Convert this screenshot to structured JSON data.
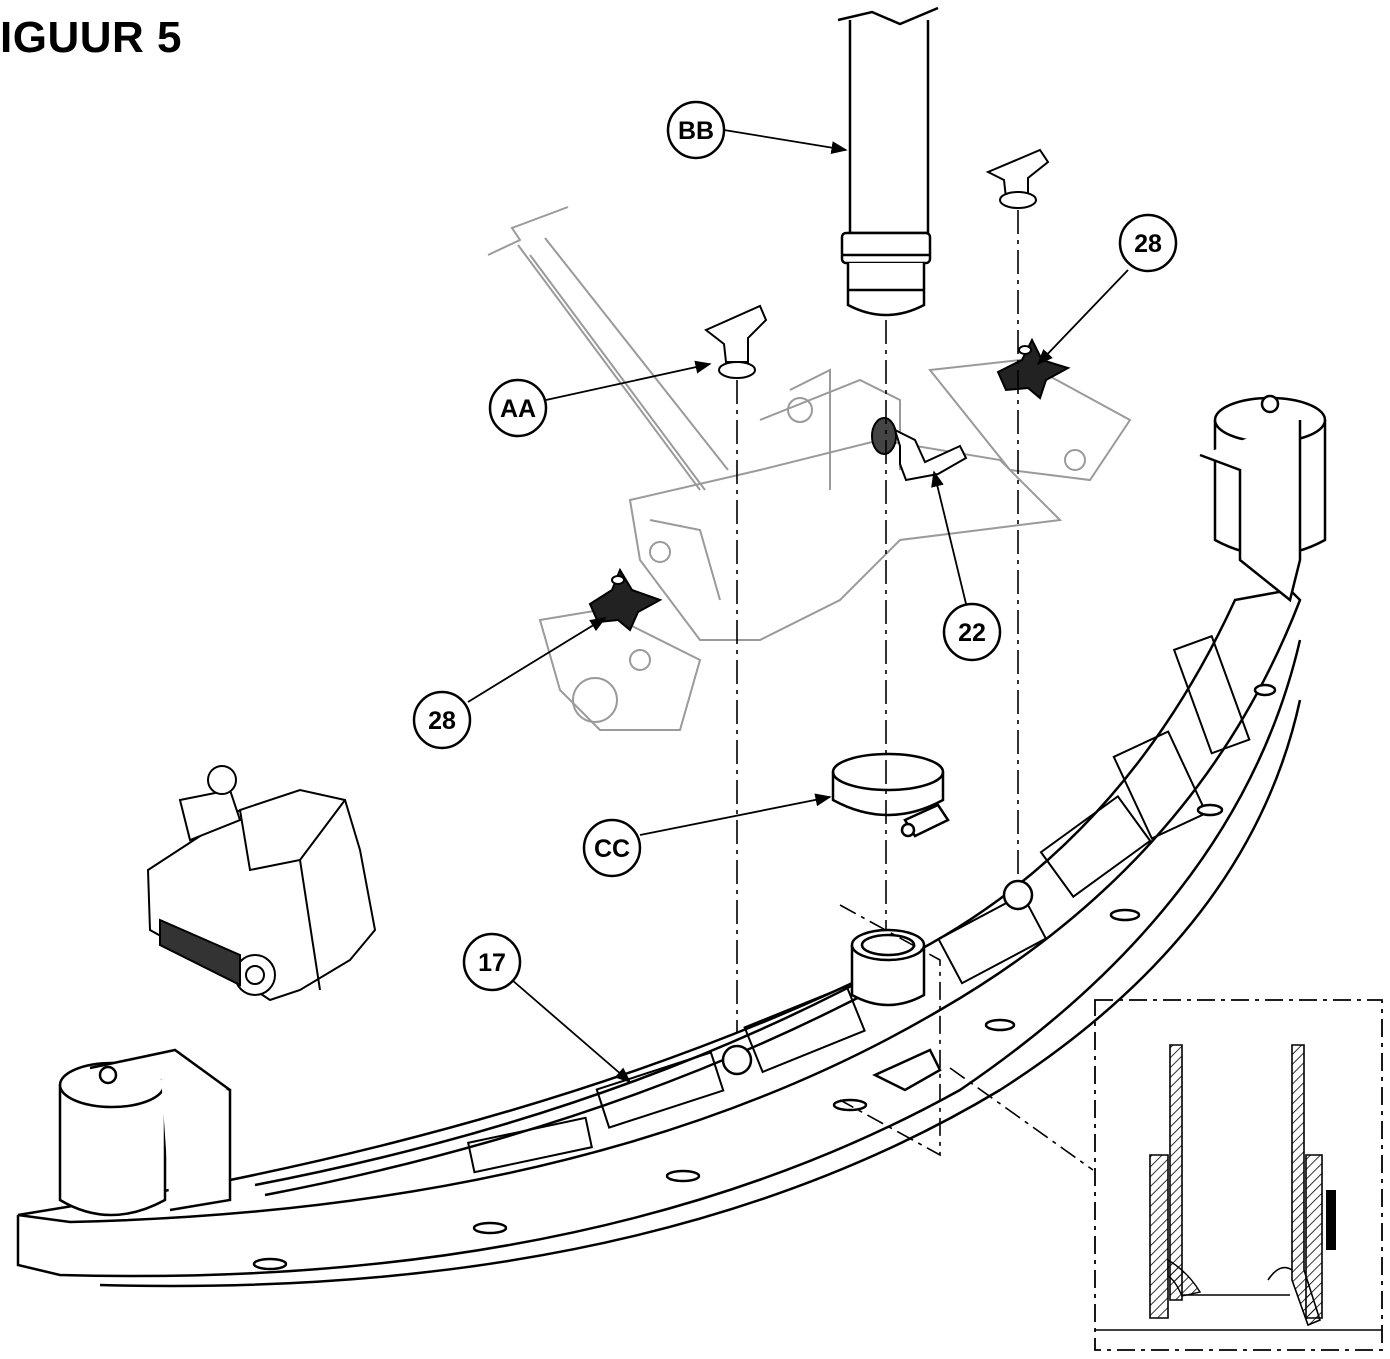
{
  "figure": {
    "title": "IGUUR 5"
  },
  "callouts": [
    {
      "id": "bb",
      "label": "BB"
    },
    {
      "id": "aa",
      "label": "AA"
    },
    {
      "id": "28-right",
      "label": "28"
    },
    {
      "id": "28-left",
      "label": "28"
    },
    {
      "id": "22",
      "label": "22"
    },
    {
      "id": "cc",
      "label": "CC"
    },
    {
      "id": "17",
      "label": "17"
    }
  ],
  "colors": {
    "line": "#000000",
    "ghost": "#9a9a9a",
    "background": "#ffffff"
  }
}
